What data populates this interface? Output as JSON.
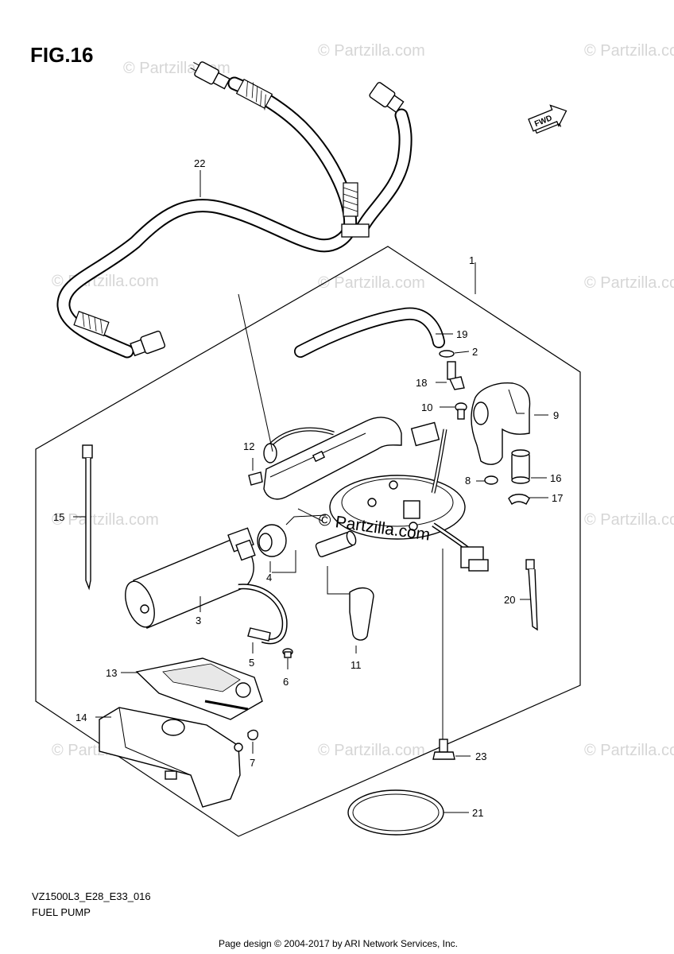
{
  "figure": {
    "title": "FIG.16"
  },
  "direction_badge": {
    "label": "FWD"
  },
  "callouts": [
    {
      "id": "c1",
      "label": "1"
    },
    {
      "id": "c2",
      "label": "2"
    },
    {
      "id": "c3",
      "label": "3"
    },
    {
      "id": "c4",
      "label": "4"
    },
    {
      "id": "c5",
      "label": "5"
    },
    {
      "id": "c6",
      "label": "6"
    },
    {
      "id": "c7",
      "label": "7"
    },
    {
      "id": "c8",
      "label": "8"
    },
    {
      "id": "c9",
      "label": "9"
    },
    {
      "id": "c10",
      "label": "10"
    },
    {
      "id": "c11",
      "label": "11"
    },
    {
      "id": "c12",
      "label": "12"
    },
    {
      "id": "c13",
      "label": "13"
    },
    {
      "id": "c14",
      "label": "14"
    },
    {
      "id": "c15",
      "label": "15"
    },
    {
      "id": "c16",
      "label": "16"
    },
    {
      "id": "c17",
      "label": "17"
    },
    {
      "id": "c18",
      "label": "18"
    },
    {
      "id": "c19",
      "label": "19"
    },
    {
      "id": "c20",
      "label": "20"
    },
    {
      "id": "c21",
      "label": "21"
    },
    {
      "id": "c22",
      "label": "22"
    },
    {
      "id": "c23",
      "label": "23"
    }
  ],
  "watermark": {
    "text": "© Partzilla.com"
  },
  "footer": {
    "model_code": "VZ1500L3_E28_E33_016",
    "section_name": "FUEL PUMP",
    "credit": "Page design © 2004-2017 by ARI Network Services, Inc."
  }
}
